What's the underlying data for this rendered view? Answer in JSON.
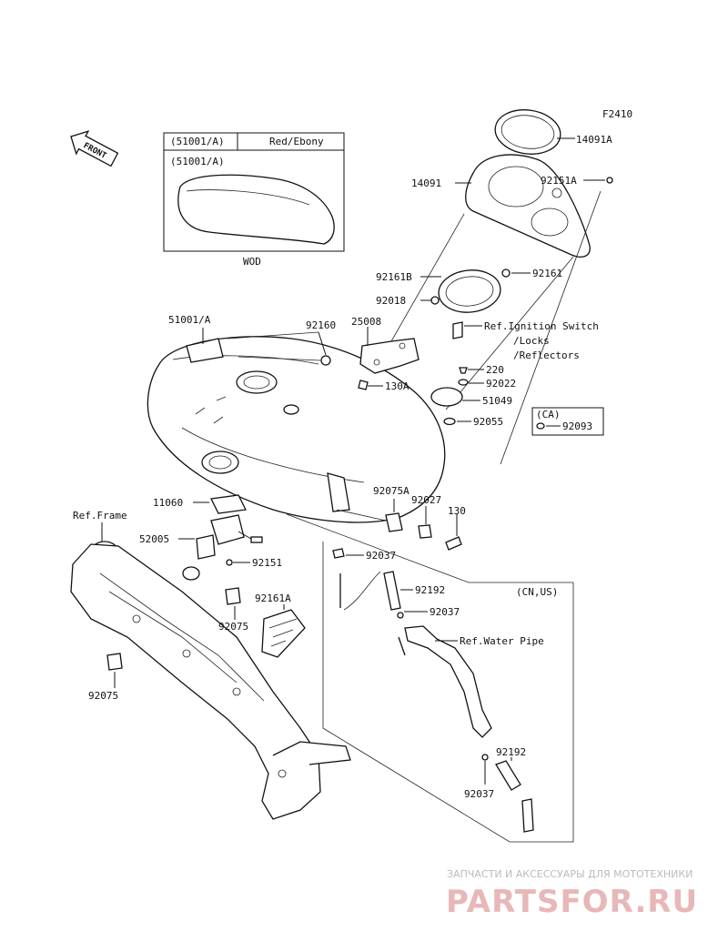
{
  "figure_code": "F2410",
  "front_label": "FRONT",
  "inset": {
    "header_left": "(51001/A)",
    "header_right": "Red/Ebony",
    "inner_label": "(51001/A)",
    "variant": "WOD"
  },
  "ca_box_label": "(CA)",
  "cnus_box_label": "(CN,US)",
  "labels": {
    "p14091A": "14091A",
    "p14091": "14091",
    "p92151A": "92151A",
    "p92161B": "92161B",
    "p92161": "92161",
    "p92018": "92018",
    "p51001A": "51001/A",
    "p92160": "92160",
    "p25008": "25008",
    "ref_ignition_1": "Ref.Ignition Switch",
    "ref_ignition_2": "/Locks",
    "ref_ignition_3": "/Reflectors",
    "p220": "220",
    "p92022": "92022",
    "p130A": "130A",
    "p51049": "51049",
    "p92055": "92055",
    "p92093": "92093",
    "p92075A": "92075A",
    "p92027": "92027",
    "p130": "130",
    "ref_frame": "Ref.Frame",
    "p11060": "11060",
    "p52005": "52005",
    "p92151": "92151",
    "p92037_a": "92037",
    "p92161A": "92161A",
    "p92075_a": "92075",
    "p92075_b": "92075",
    "p92192_a": "92192",
    "p92037_b": "92037",
    "ref_water_pipe": "Ref.Water Pipe",
    "p92192_b": "92192",
    "p92037_c": "92037"
  },
  "watermark": {
    "tagline": "ЗАПЧАСТИ И АКСЕССУАРЫ ДЛЯ МОТОТЕХНИКИ",
    "brand": "PARTSFOR.RU"
  }
}
